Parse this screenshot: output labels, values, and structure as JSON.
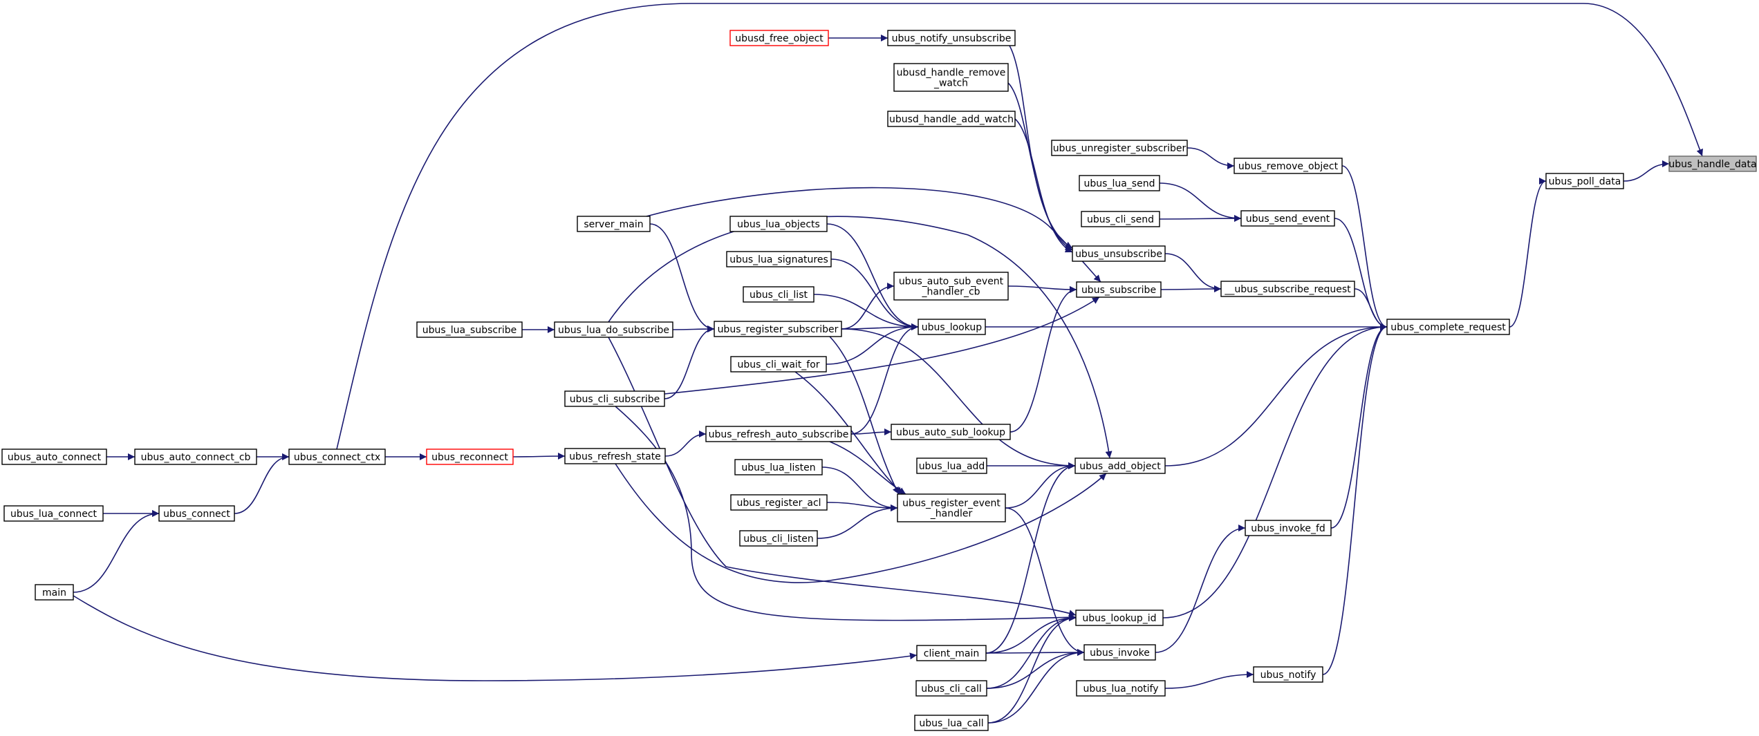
{
  "graph": {
    "edge_color": "#191970",
    "highlight_color": "#bfbfbf",
    "truncated_color": "#ff0000",
    "nodes": [
      {
        "id": "ubus_handle_data",
        "lines": [
          "ubus_handle_data"
        ],
        "style": "highlight"
      },
      {
        "id": "ubus_poll_data",
        "lines": [
          "ubus_poll_data"
        ]
      },
      {
        "id": "ubus_complete_request",
        "lines": [
          "ubus_complete_request"
        ]
      },
      {
        "id": "ubus_remove_object",
        "lines": [
          "ubus_remove_object"
        ]
      },
      {
        "id": "ubus_unregister_subscriber",
        "lines": [
          "ubus_unregister_subscriber"
        ]
      },
      {
        "id": "ubus_send_event",
        "lines": [
          "ubus_send_event"
        ]
      },
      {
        "id": "ubus_lua_send",
        "lines": [
          "ubus_lua_send"
        ]
      },
      {
        "id": "ubus_cli_send",
        "lines": [
          "ubus_cli_send"
        ]
      },
      {
        "id": "__ubus_subscribe_request",
        "lines": [
          "__ubus_subscribe_request"
        ]
      },
      {
        "id": "ubus_unsubscribe",
        "lines": [
          "ubus_unsubscribe"
        ]
      },
      {
        "id": "ubus_notify_unsubscribe",
        "lines": [
          "ubus_notify_unsubscribe"
        ]
      },
      {
        "id": "ubusd_free_object",
        "lines": [
          "ubusd_free_object"
        ],
        "style": "truncated"
      },
      {
        "id": "ubusd_handle_remove_watch",
        "lines": [
          "ubusd_handle_remove",
          "_watch"
        ]
      },
      {
        "id": "ubusd_handle_add_watch",
        "lines": [
          "ubusd_handle_add_watch"
        ]
      },
      {
        "id": "ubus_subscribe",
        "lines": [
          "ubus_subscribe"
        ]
      },
      {
        "id": "ubus_auto_sub_event_handler_cb",
        "lines": [
          "ubus_auto_sub_event",
          "_handler_cb"
        ]
      },
      {
        "id": "ubus_auto_sub_lookup",
        "lines": [
          "ubus_auto_sub_lookup"
        ]
      },
      {
        "id": "ubus_lookup",
        "lines": [
          "ubus_lookup"
        ]
      },
      {
        "id": "ubus_lua_objects",
        "lines": [
          "ubus_lua_objects"
        ]
      },
      {
        "id": "ubus_lua_signatures",
        "lines": [
          "ubus_lua_signatures"
        ]
      },
      {
        "id": "ubus_cli_list",
        "lines": [
          "ubus_cli_list"
        ]
      },
      {
        "id": "ubus_register_subscriber",
        "lines": [
          "ubus_register_subscriber"
        ]
      },
      {
        "id": "ubus_cli_wait_for",
        "lines": [
          "ubus_cli_wait_for"
        ]
      },
      {
        "id": "ubus_refresh_auto_subscribe",
        "lines": [
          "ubus_refresh_auto_subscribe"
        ]
      },
      {
        "id": "server_main",
        "lines": [
          "server_main"
        ]
      },
      {
        "id": "ubus_lua_do_subscribe",
        "lines": [
          "ubus_lua_do_subscribe"
        ]
      },
      {
        "id": "ubus_lua_subscribe",
        "lines": [
          "ubus_lua_subscribe"
        ]
      },
      {
        "id": "ubus_cli_subscribe",
        "lines": [
          "ubus_cli_subscribe"
        ]
      },
      {
        "id": "ubus_refresh_state",
        "lines": [
          "ubus_refresh_state"
        ]
      },
      {
        "id": "ubus_reconnect",
        "lines": [
          "ubus_reconnect"
        ],
        "style": "truncated"
      },
      {
        "id": "ubus_connect_ctx",
        "lines": [
          "ubus_connect_ctx"
        ]
      },
      {
        "id": "ubus_auto_connect_cb",
        "lines": [
          "ubus_auto_connect_cb"
        ]
      },
      {
        "id": "ubus_auto_connect",
        "lines": [
          "ubus_auto_connect"
        ]
      },
      {
        "id": "ubus_connect",
        "lines": [
          "ubus_connect"
        ]
      },
      {
        "id": "ubus_lua_connect",
        "lines": [
          "ubus_lua_connect"
        ]
      },
      {
        "id": "main",
        "lines": [
          "main"
        ]
      },
      {
        "id": "ubus_add_object",
        "lines": [
          "ubus_add_object"
        ]
      },
      {
        "id": "ubus_lua_add",
        "lines": [
          "ubus_lua_add"
        ]
      },
      {
        "id": "ubus_register_event_handler",
        "lines": [
          "ubus_register_event",
          "_handler"
        ]
      },
      {
        "id": "ubus_lua_listen",
        "lines": [
          "ubus_lua_listen"
        ]
      },
      {
        "id": "ubus_register_acl",
        "lines": [
          "ubus_register_acl"
        ]
      },
      {
        "id": "ubus_cli_listen",
        "lines": [
          "ubus_cli_listen"
        ]
      },
      {
        "id": "ubus_invoke_fd",
        "lines": [
          "ubus_invoke_fd"
        ]
      },
      {
        "id": "ubus_lookup_id",
        "lines": [
          "ubus_lookup_id"
        ]
      },
      {
        "id": "ubus_invoke",
        "lines": [
          "ubus_invoke"
        ]
      },
      {
        "id": "client_main",
        "lines": [
          "client_main"
        ]
      },
      {
        "id": "ubus_cli_call",
        "lines": [
          "ubus_cli_call"
        ]
      },
      {
        "id": "ubus_lua_call",
        "lines": [
          "ubus_lua_call"
        ]
      },
      {
        "id": "ubus_notify",
        "lines": [
          "ubus_notify"
        ]
      },
      {
        "id": "ubus_lua_notify",
        "lines": [
          "ubus_lua_notify"
        ]
      }
    ],
    "edges": [
      [
        "ubus_poll_data",
        "ubus_handle_data"
      ],
      [
        "ubus_connect_ctx",
        "ubus_handle_data"
      ],
      [
        "ubus_complete_request",
        "ubus_poll_data"
      ],
      [
        "ubus_remove_object",
        "ubus_complete_request"
      ],
      [
        "ubus_send_event",
        "ubus_complete_request"
      ],
      [
        "__ubus_subscribe_request",
        "ubus_complete_request"
      ],
      [
        "ubus_lookup",
        "ubus_complete_request"
      ],
      [
        "ubus_add_object",
        "ubus_complete_request"
      ],
      [
        "ubus_invoke_fd",
        "ubus_complete_request"
      ],
      [
        "ubus_lookup_id",
        "ubus_complete_request"
      ],
      [
        "ubus_notify",
        "ubus_complete_request"
      ],
      [
        "ubus_unregister_subscriber",
        "ubus_remove_object"
      ],
      [
        "ubus_lua_send",
        "ubus_send_event"
      ],
      [
        "ubus_cli_send",
        "ubus_send_event"
      ],
      [
        "ubus_unsubscribe",
        "__ubus_subscribe_request"
      ],
      [
        "ubus_subscribe",
        "__ubus_subscribe_request"
      ],
      [
        "ubusd_free_object",
        "ubus_notify_unsubscribe"
      ],
      [
        "ubus_notify_unsubscribe",
        "ubus_unsubscribe"
      ],
      [
        "ubusd_handle_remove_watch",
        "ubus_unsubscribe"
      ],
      [
        "ubusd_handle_add_watch",
        "ubus_unsubscribe"
      ],
      [
        "ubus_auto_sub_event_handler_cb",
        "ubus_subscribe"
      ],
      [
        "ubus_auto_sub_lookup",
        "ubus_subscribe"
      ],
      [
        "server_main",
        "ubus_subscribe"
      ],
      [
        "ubus_cli_subscribe",
        "ubus_subscribe"
      ],
      [
        "ubus_register_subscriber",
        "ubus_auto_sub_event_handler_cb"
      ],
      [
        "ubus_refresh_auto_subscribe",
        "ubus_auto_sub_lookup"
      ],
      [
        "ubus_lua_objects",
        "ubus_lookup"
      ],
      [
        "ubus_lua_signatures",
        "ubus_lookup"
      ],
      [
        "ubus_cli_list",
        "ubus_lookup"
      ],
      [
        "ubus_register_subscriber",
        "ubus_lookup"
      ],
      [
        "ubus_cli_wait_for",
        "ubus_lookup"
      ],
      [
        "ubus_refresh_auto_subscribe",
        "ubus_lookup"
      ],
      [
        "server_main",
        "ubus_register_subscriber"
      ],
      [
        "ubus_lua_do_subscribe",
        "ubus_register_subscriber"
      ],
      [
        "ubus_cli_subscribe",
        "ubus_register_subscriber"
      ],
      [
        "ubus_lua_subscribe",
        "ubus_lua_do_subscribe"
      ],
      [
        "ubus_refresh_state",
        "ubus_refresh_auto_subscribe"
      ],
      [
        "ubus_reconnect",
        "ubus_refresh_state"
      ],
      [
        "ubus_connect_ctx",
        "ubus_reconnect"
      ],
      [
        "ubus_auto_connect_cb",
        "ubus_connect_ctx"
      ],
      [
        "ubus_connect",
        "ubus_connect_ctx"
      ],
      [
        "ubus_auto_connect",
        "ubus_auto_connect_cb"
      ],
      [
        "ubus_lua_connect",
        "ubus_connect"
      ],
      [
        "main",
        "ubus_connect"
      ],
      [
        "ubus_lua_add",
        "ubus_add_object"
      ],
      [
        "ubus_register_event_handler",
        "ubus_add_object"
      ],
      [
        "ubus_register_subscriber",
        "ubus_add_object"
      ],
      [
        "ubus_lua_do_subscribe",
        "ubus_add_object"
      ],
      [
        "ubus_refresh_state",
        "ubus_add_object"
      ],
      [
        "client_main",
        "ubus_add_object"
      ],
      [
        "ubus_register_subscriber",
        "ubus_register_event_handler"
      ],
      [
        "ubus_cli_wait_for",
        "ubus_register_event_handler"
      ],
      [
        "ubus_refresh_auto_subscribe",
        "ubus_register_event_handler"
      ],
      [
        "ubus_lua_listen",
        "ubus_register_event_handler"
      ],
      [
        "ubus_register_acl",
        "ubus_register_event_handler"
      ],
      [
        "ubus_cli_listen",
        "ubus_register_event_handler"
      ],
      [
        "ubus_invoke",
        "ubus_invoke_fd"
      ],
      [
        "ubus_lua_do_subscribe",
        "ubus_lookup_id"
      ],
      [
        "ubus_cli_subscribe",
        "ubus_lookup_id"
      ],
      [
        "client_main",
        "ubus_lookup_id"
      ],
      [
        "ubus_cli_call",
        "ubus_lookup_id"
      ],
      [
        "ubus_lua_call",
        "ubus_lookup_id"
      ],
      [
        "ubus_register_event_handler",
        "ubus_invoke"
      ],
      [
        "client_main",
        "ubus_invoke"
      ],
      [
        "ubus_cli_call",
        "ubus_invoke"
      ],
      [
        "ubus_lua_call",
        "ubus_invoke"
      ],
      [
        "main",
        "client_main"
      ],
      [
        "ubus_lua_notify",
        "ubus_notify"
      ]
    ]
  }
}
